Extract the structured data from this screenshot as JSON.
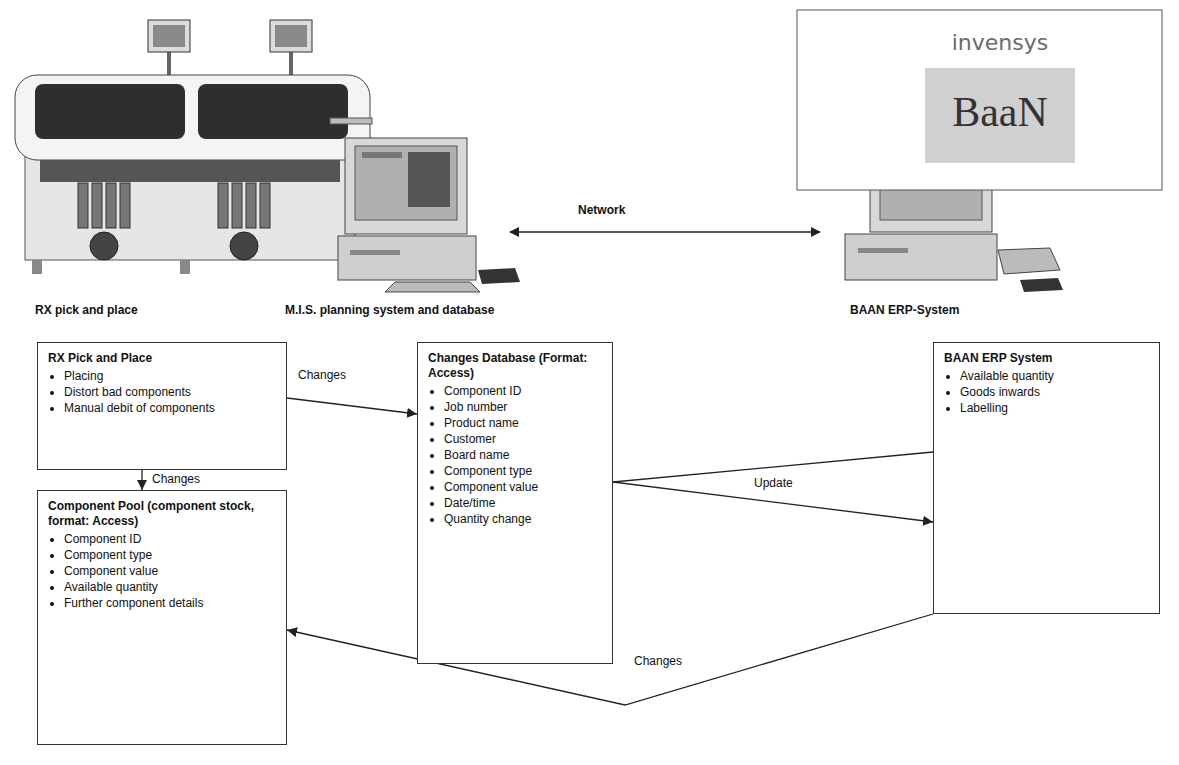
{
  "diagram": {
    "nodes": [
      {
        "text": [
          "RX Pick and Place",
          "Placing",
          "Distort bad components",
          "Manual debit of components"
        ]
      },
      {
        "text": [
          "Changes Database (Format: Access)",
          "Component ID",
          "Job number",
          "Product name",
          "Customer",
          "Board name",
          "Component type",
          "Component value",
          "Date/time",
          "Quantity change"
        ]
      },
      {
        "text": [
          "BAAN ERP System",
          "Available quantity",
          "Goods inwards",
          "Labelling"
        ]
      },
      {
        "text": [
          "Component Pool (component stock, format: Access)",
          "Component ID",
          "Component type",
          "Component value",
          "Available quantity",
          "Further component details"
        ]
      }
    ],
    "edges": [
      {
        "from": 0,
        "to": 1,
        "label": "Changes",
        "arrow": "to"
      },
      {
        "from": 0,
        "to": 3,
        "label": "Changes",
        "arrow": "to"
      },
      {
        "from": 2,
        "to": 1,
        "arrow": "none"
      },
      {
        "from": 1,
        "to": 2,
        "label": "Update",
        "arrow": "to"
      },
      {
        "from": 2,
        "to": 3,
        "label": "Changes",
        "arrow": "to"
      }
    ],
    "labels": [
      "invensys",
      "BaaN",
      "Network",
      "RX pick and place",
      "M.I.S. planning system and database",
      "BAAN ERP-System"
    ]
  }
}
